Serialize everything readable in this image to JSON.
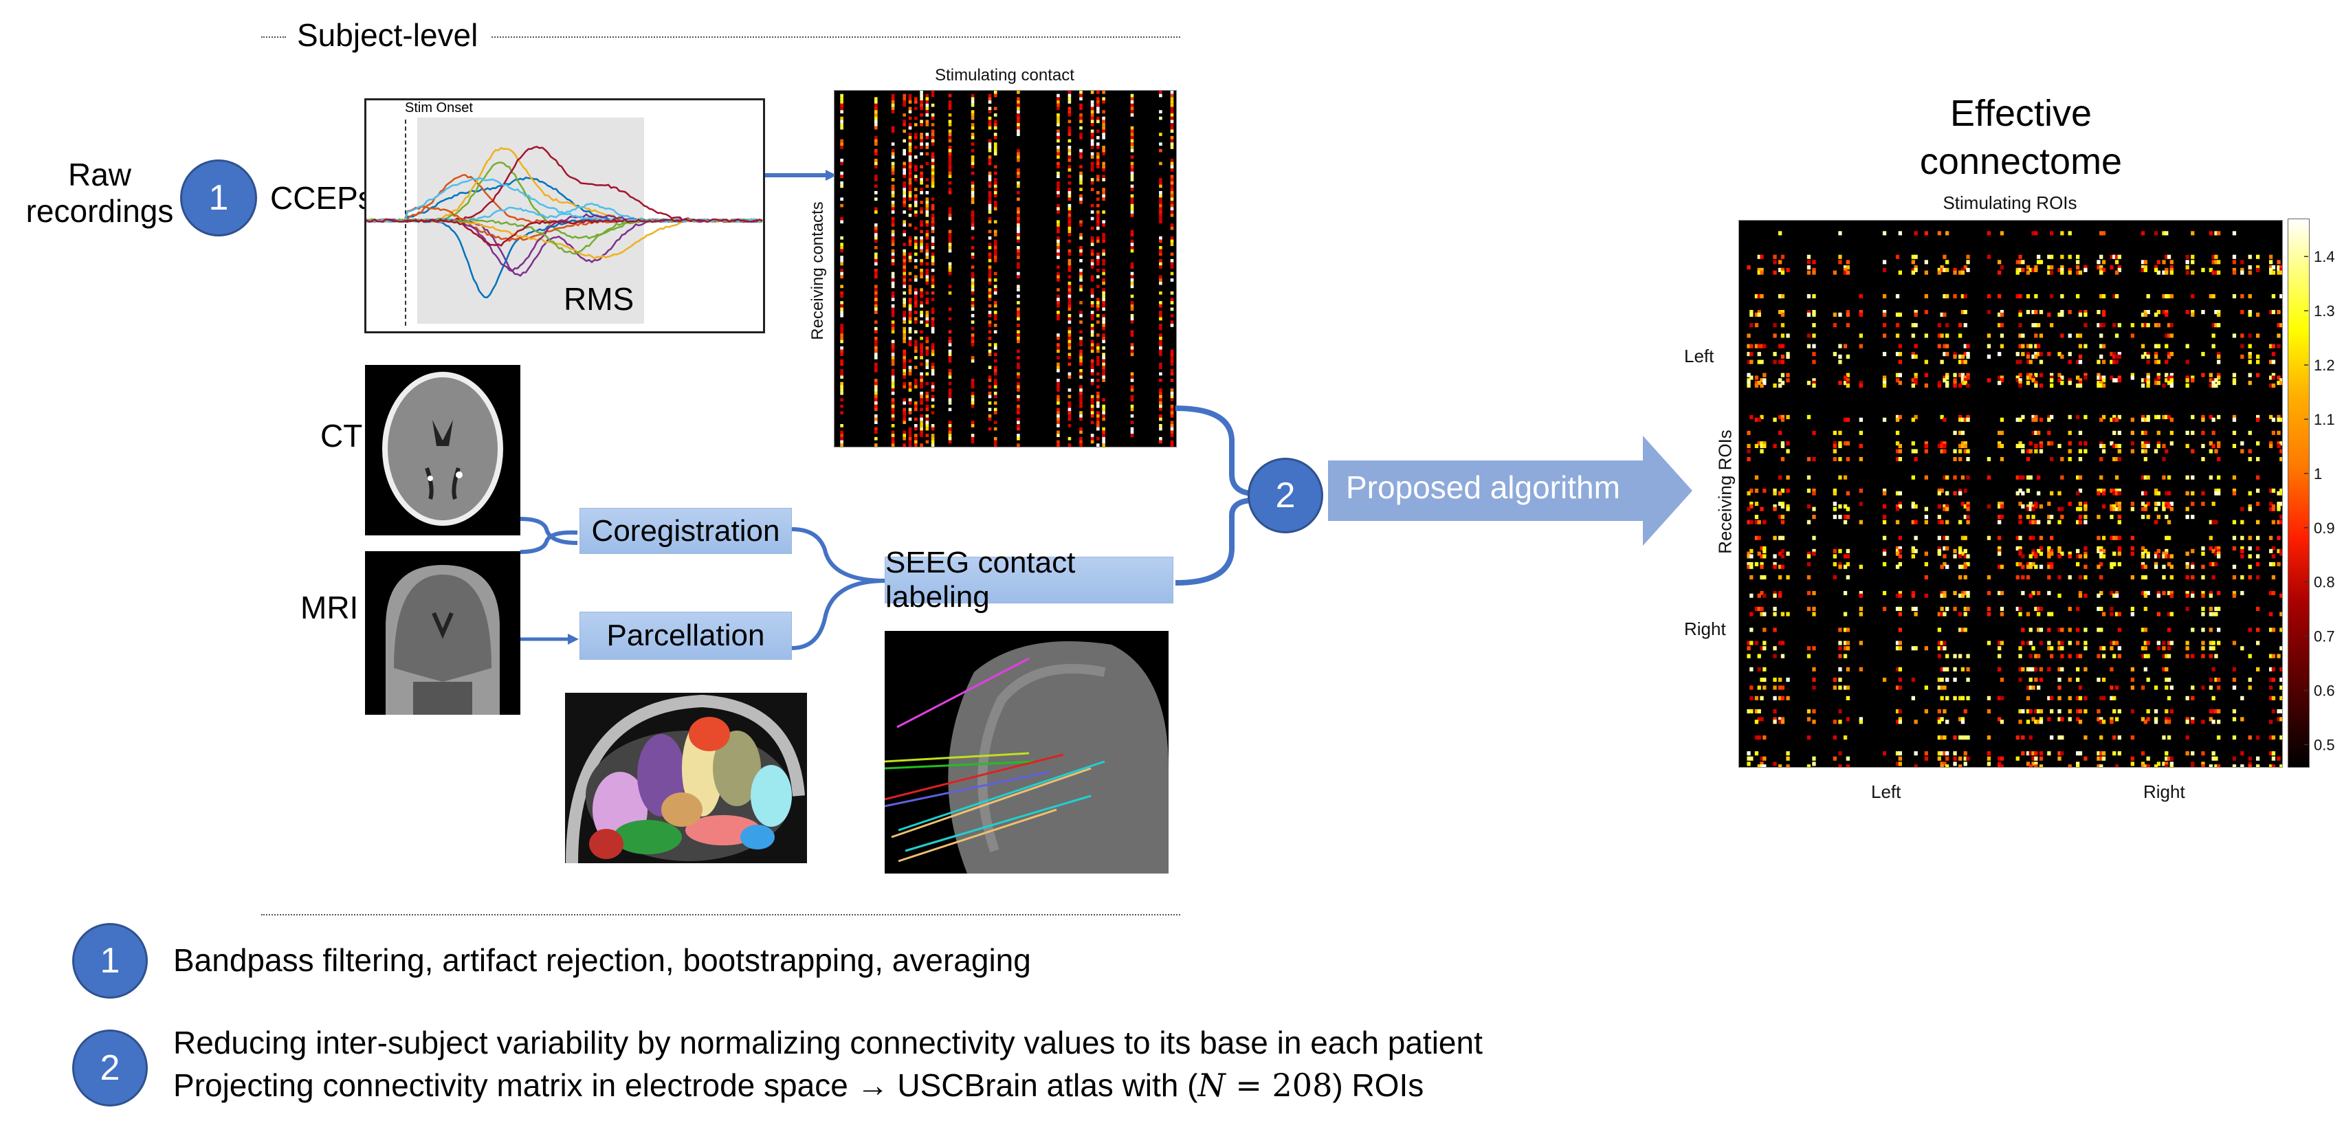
{
  "section": {
    "title": "Subject-level"
  },
  "raw_recordings": {
    "label_line1": "Raw",
    "label_line2": "recordings",
    "step_number": "1",
    "cceps_label": "CCEPs"
  },
  "ccep_plot": {
    "stim_onset_label": "Stim Onset",
    "rms_label": "RMS",
    "trace_colors": [
      "#0072bd",
      "#d95319",
      "#edb120",
      "#7e2f8e",
      "#77ac30",
      "#4dbeee",
      "#a2142f",
      "#0072bd",
      "#d95319",
      "#edb120",
      "#7e2f8e",
      "#77ac30",
      "#4dbeee",
      "#a2142f"
    ]
  },
  "contact_matrix": {
    "title": "Stimulating contact",
    "ylabel": "Receiving contacts"
  },
  "imaging": {
    "ct_label": "CT",
    "mri_label": "MRI"
  },
  "steps": {
    "coregistration": "Coregistration",
    "parcellation": "Parcellation",
    "seeg_labeling": "SEEG contact labeling",
    "step2_number": "2",
    "algorithm": "Proposed algorithm"
  },
  "connectome": {
    "title_line1": "Effective",
    "title_line2": "connectome"
  },
  "chart_data": {
    "type": "heatmap",
    "title": "Stimulating ROIs",
    "xlabel": "Stimulating ROIs",
    "ylabel": "Receiving ROIs",
    "x_tick_labels": [
      "Left",
      "Right"
    ],
    "y_tick_labels": [
      "Left",
      "Right"
    ],
    "n_rois": 208,
    "colormap": "hot",
    "colorbar": {
      "ticks": [
        0.5,
        0.6,
        0.7,
        0.8,
        0.9,
        1,
        1.1,
        1.2,
        1.3,
        1.4
      ],
      "tick_labels": [
        "0.5",
        "0.6",
        "0.7",
        "0.8",
        "0.9",
        "1",
        "1.1",
        "1.2",
        "1.3",
        "1.4"
      ],
      "range": [
        0.46,
        1.47
      ]
    },
    "note": "Sparse matrix; most entries black (below range); scattered values 0.5–1.47"
  },
  "footnotes": [
    {
      "number": "1",
      "lines": [
        "Bandpass filtering, artifact rejection, bootstrapping, averaging"
      ]
    },
    {
      "number": "2",
      "lines": [
        "Reducing inter-subject variability by normalizing connectivity values to its base in each patient",
        "Projecting connectivity matrix in electrode space → USCBrain atlas with (N = 208) ROIs"
      ]
    }
  ],
  "footnote2_parts": {
    "line2_prefix": "Projecting connectivity matrix in electrode space ",
    "arrow": "→",
    "line2_mid": " USCBrain atlas with (",
    "math_N": "N",
    "math_eq": " = 208",
    "line2_suffix": ") ROIs"
  }
}
